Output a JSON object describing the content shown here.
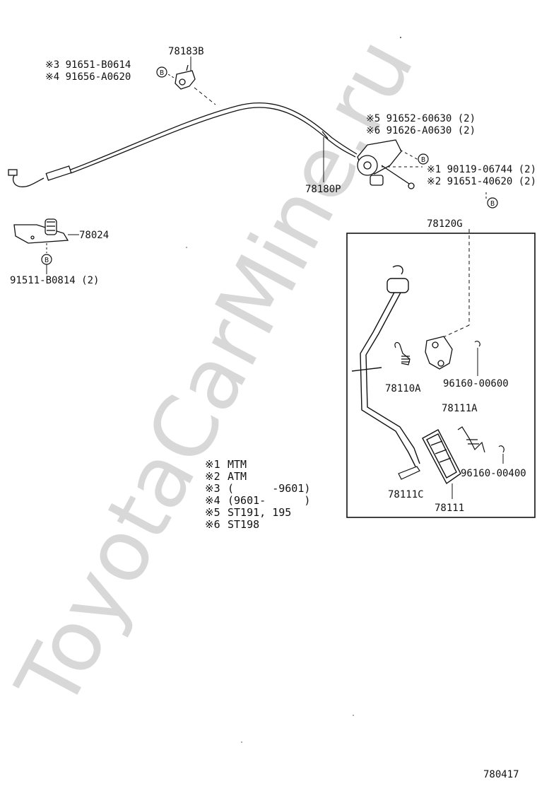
{
  "watermark": "ToyotaCarMine.ru",
  "diagram_code": "780417",
  "bolt_symbol": "B",
  "parts": {
    "p78183b": "78183B",
    "p3": "※3 91651-B0614",
    "p4": "※4 91656-A0620",
    "p5": "※5 91652-60630 (2)",
    "p6": "※6 91626-A0630 (2)",
    "p1": "※1 90119-06744 (2)",
    "p2": "※2 91651-40620 (2)",
    "p78180p": "78180P",
    "p78024": "78024",
    "p91511": "91511-B0814 (2)",
    "p78120g": "78120G",
    "p78110a": "78110A",
    "p96160_600": "96160-00600",
    "p78111a": "78111A",
    "p96160_400": "96160-00400",
    "p78111c": "78111C",
    "p78111": "78111"
  },
  "notes": [
    {
      "mark": "※1",
      "text": "MTM"
    },
    {
      "mark": "※2",
      "text": "ATM"
    },
    {
      "mark": "※3",
      "text": "(      -9601)"
    },
    {
      "mark": "※4",
      "text": "(9601-      )"
    },
    {
      "mark": "※5",
      "text": "ST191, 195"
    },
    {
      "mark": "※6",
      "text": "ST198"
    }
  ]
}
